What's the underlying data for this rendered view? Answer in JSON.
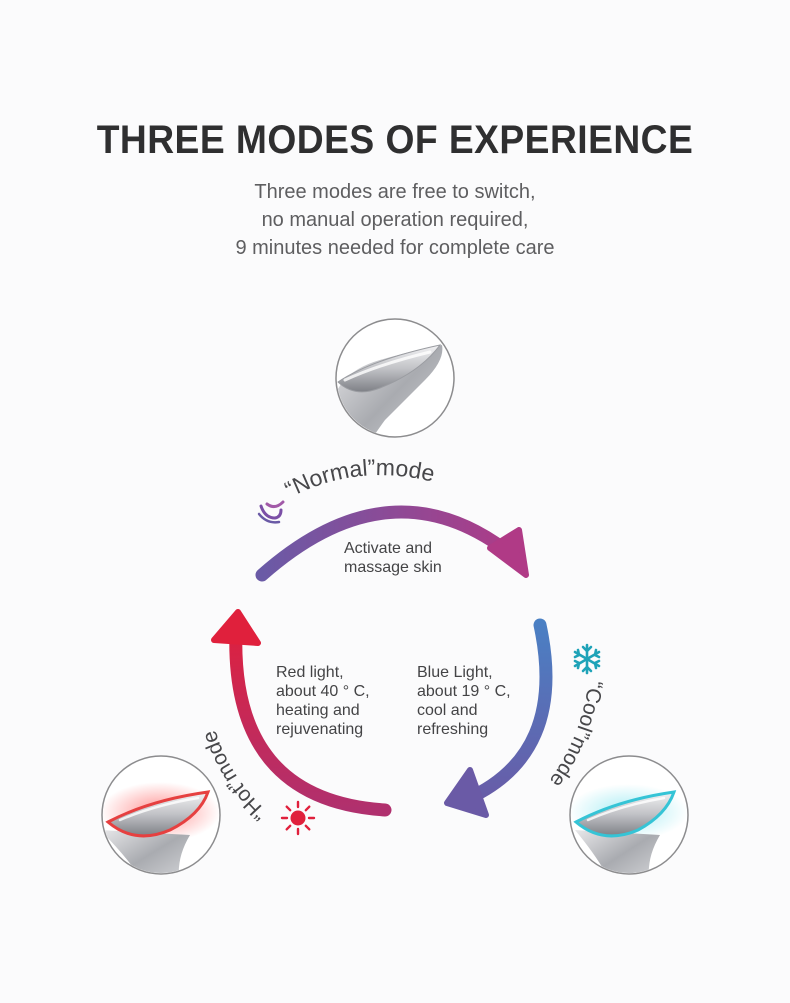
{
  "header": {
    "title": "THREE MODES OF EXPERIENCE",
    "subtitle_lines": [
      "Three modes are free to switch,",
      "no manual operation required,",
      "9 minutes needed for complete care"
    ]
  },
  "modes": {
    "normal": {
      "label": "“Normal”mode",
      "desc_lines": [
        "Activate and",
        "massage skin"
      ],
      "icon": "swirl-icon",
      "arrow_color_start": "#6a5aa6",
      "arrow_color_end": "#b03a86"
    },
    "cool": {
      "label": "“Cool”mode",
      "desc_lines": [
        "Blue Light,",
        "about 19 ° C,",
        "cool and",
        "refreshing"
      ],
      "icon": "snowflake-icon",
      "icon_color": "#1fa3b8",
      "arrow_color_start": "#4a80c4",
      "arrow_color_end": "#6a5aa6"
    },
    "hot": {
      "label": "“Hot”mode",
      "desc_lines": [
        "Red light,",
        "about 40 ° C,",
        "heating and",
        "rejuvenating"
      ],
      "icon": "sun-icon",
      "icon_color": "#e0203c",
      "arrow_color_start": "#b0306e",
      "arrow_color_end": "#e0203c"
    }
  }
}
